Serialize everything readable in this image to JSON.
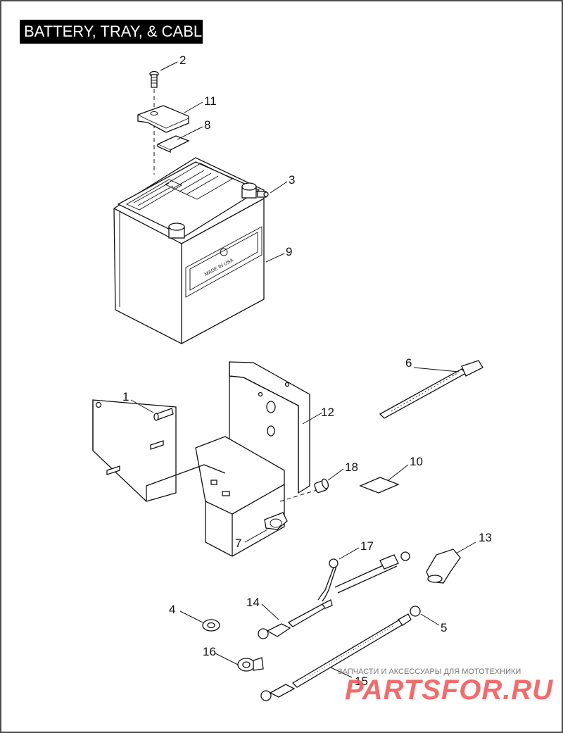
{
  "title": "BATTERY, TRAY, & CABLES",
  "callouts": [
    "1",
    "2",
    "3",
    "4",
    "5",
    "6",
    "7",
    "8",
    "9",
    "10",
    "11",
    "12",
    "13",
    "14",
    "15",
    "16",
    "17",
    "18"
  ],
  "battery_label": "MADE IN USA",
  "watermark": {
    "caption": "ЗАПЧАСТИ И АКСЕССУАРЫ ДЛЯ МОТОТЕХНИКИ",
    "logo": "PARTSFOR.RU",
    "logo_color": "#f25b5b"
  },
  "parts": [
    {
      "ref": "1",
      "name": "screw"
    },
    {
      "ref": "2",
      "name": "screw"
    },
    {
      "ref": "3",
      "name": "terminal bolt"
    },
    {
      "ref": "4",
      "name": "washer"
    },
    {
      "ref": "5",
      "name": "ground cable"
    },
    {
      "ref": "6",
      "name": "cable strap"
    },
    {
      "ref": "7",
      "name": "clip"
    },
    {
      "ref": "8",
      "name": "pad"
    },
    {
      "ref": "9",
      "name": "battery"
    },
    {
      "ref": "10",
      "name": "pad"
    },
    {
      "ref": "11",
      "name": "hold-down bracket"
    },
    {
      "ref": "12",
      "name": "battery tray"
    },
    {
      "ref": "13",
      "name": "terminal boot"
    },
    {
      "ref": "14",
      "name": "cable"
    },
    {
      "ref": "15",
      "name": "cable"
    },
    {
      "ref": "16",
      "name": "terminal boot"
    },
    {
      "ref": "17",
      "name": "cable"
    },
    {
      "ref": "18",
      "name": "spacer"
    }
  ]
}
